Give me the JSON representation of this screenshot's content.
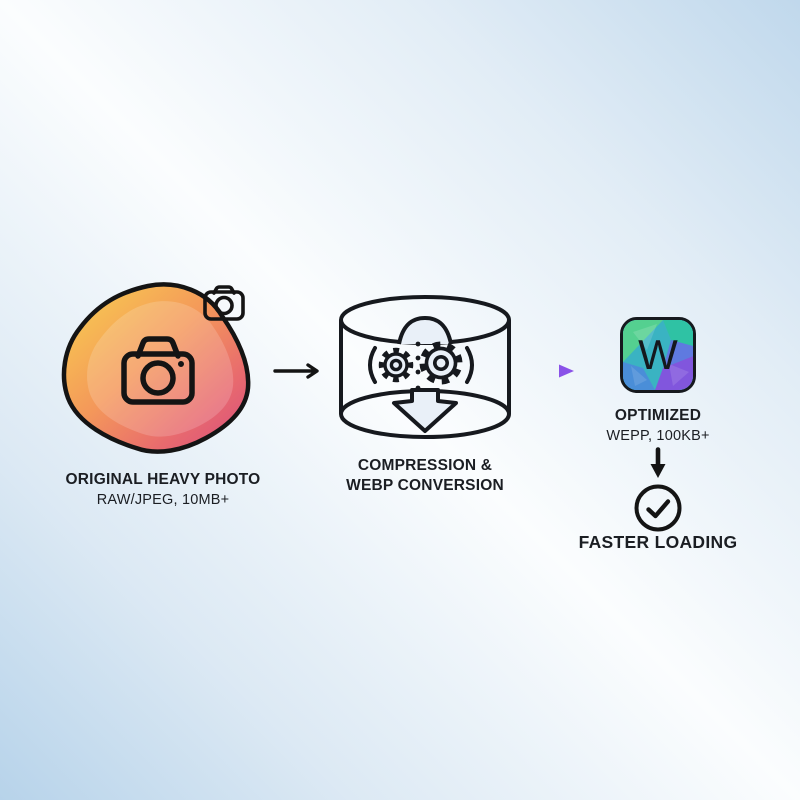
{
  "colors": {
    "background_edge": "#b7d3ea",
    "background_center": "#fbfdfe",
    "ink": "#1b1e23",
    "blob_gradient": [
      "#f8d24f",
      "#f4985a",
      "#e86a6e",
      "#d84a80"
    ],
    "flow_arrow_gradient": [
      "#63b2f1",
      "#8a52e8"
    ],
    "tile_gradient": [
      "#54d090",
      "#35b4bf",
      "#4a8ed8",
      "#8156dd"
    ]
  },
  "steps": {
    "source": {
      "title": "ORIGINAL HEAVY PHOTO",
      "subtitle": "RAW/JPEG, 10MB+",
      "icons": [
        "camera-icon",
        "camera-badge-icon"
      ]
    },
    "process": {
      "title_line1": "COMPRESSION &",
      "title_line2": "WEBP CONVERSION",
      "icons": [
        "database-cylinder-icon",
        "gear-icon",
        "compress-down-arrow-icon"
      ]
    },
    "output": {
      "tile_letter": "W",
      "title": "OPTIMIZED",
      "subtitle": "WEPP, 100KB+",
      "icons": [
        "webp-tile-icon"
      ]
    },
    "result": {
      "title": "FASTER LOADING",
      "icons": [
        "check-circle-icon",
        "down-arrow-icon"
      ]
    }
  }
}
